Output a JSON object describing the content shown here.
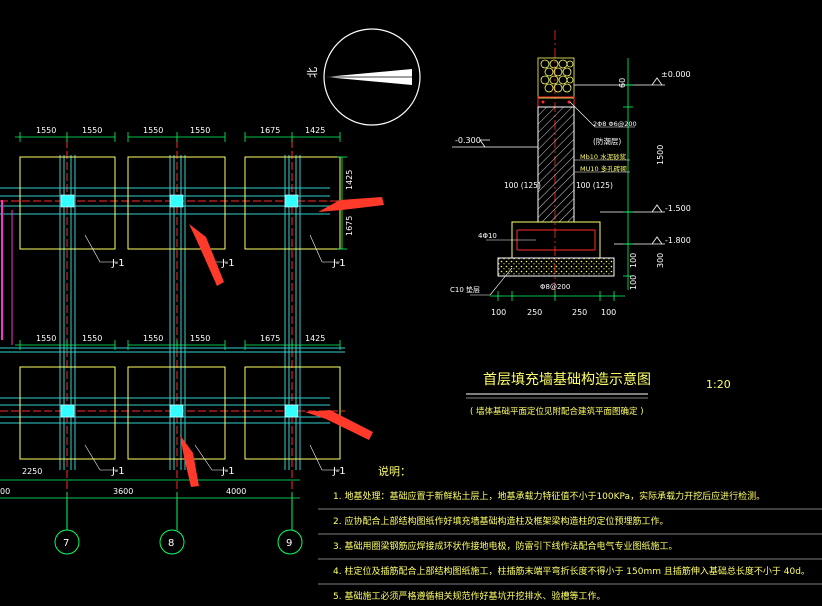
{
  "north": {
    "label": "北"
  },
  "plan": {
    "top_dims_left": [
      "1550",
      "1550"
    ],
    "top_dims_mid": [
      "1550",
      "1550"
    ],
    "top_dims_right": [
      "1675",
      "1425"
    ],
    "mid_dims_left": [
      "1550",
      "1550"
    ],
    "mid_dims_mid": [
      "1550",
      "1550"
    ],
    "mid_dims_right": [
      "1675",
      "1425"
    ],
    "side_dims": [
      "1425",
      "1675"
    ],
    "footing_labels": [
      "J-1",
      "J-1",
      "J-1",
      "J-1",
      "J-1",
      "J-1"
    ],
    "bottom_dims": [
      "2250",
      "3600",
      "4000"
    ],
    "bottom_dim_left_fragment": "00",
    "axes": [
      "7",
      "8",
      "9"
    ]
  },
  "section": {
    "elev_top": "±0.000",
    "elev_neg300": "-0.300",
    "elev_neg1500": "-1.500",
    "elev_neg1800": "-1.800",
    "dim_60": "60",
    "dim_1500": "1500",
    "dim_300": "300",
    "dim_100a": "100",
    "dim_100b": "100",
    "rebar_note": "2Φ8 Φ6@200",
    "moisture_note": "(防潮层)",
    "mortar_note": "Mb10 水泥砂浆",
    "brick_note": "MU10 多孔砖砌",
    "width_left": "100 (125)",
    "width_right": "100 (125)",
    "bar_4phi10": "4Φ10",
    "phi8_200": "Φ8@200",
    "c10_cushion": "C10 垫层",
    "bottom_widths": [
      "100",
      "250",
      "250",
      "100"
    ]
  },
  "title": {
    "main": "首层填充墙基础构造示意图",
    "scale": "1:20",
    "sub": "( 墙体基础平面定位见附配合建筑平面图确定 )"
  },
  "notes": {
    "heading": "说明：",
    "items": [
      "1. 地基处理：基础应置于新鲜粘土层上，地基承载力特征值不小于100KPa，实际承载力开挖后应进行检测。",
      "2. 应协配合上部结构图纸作好填充墙基础构造柱及框架梁构造柱的定位预埋筋工作。",
      "3. 基础用圈梁钢筋应焊接成环状作接地电极，防雷引下线作法配合电气专业图纸施工。",
      "4. 柱定位及插筋配合上部结构图纸施工，柱插筋末端平弯折长度不得小于 150mm 且插筋伸入基础总长度不小于 40d。",
      "5. 基础施工必须严格遵循相关规范作好基坑开挖排水、验槽等工作。"
    ]
  },
  "colors": {
    "background": "#000000",
    "footing": "#ffff66",
    "axis_red": "#ff2a2a",
    "column": "#33ffff",
    "beam": "#2fd0d0",
    "dim_green": "#00ff66",
    "arrow": "#ff3a2a"
  }
}
